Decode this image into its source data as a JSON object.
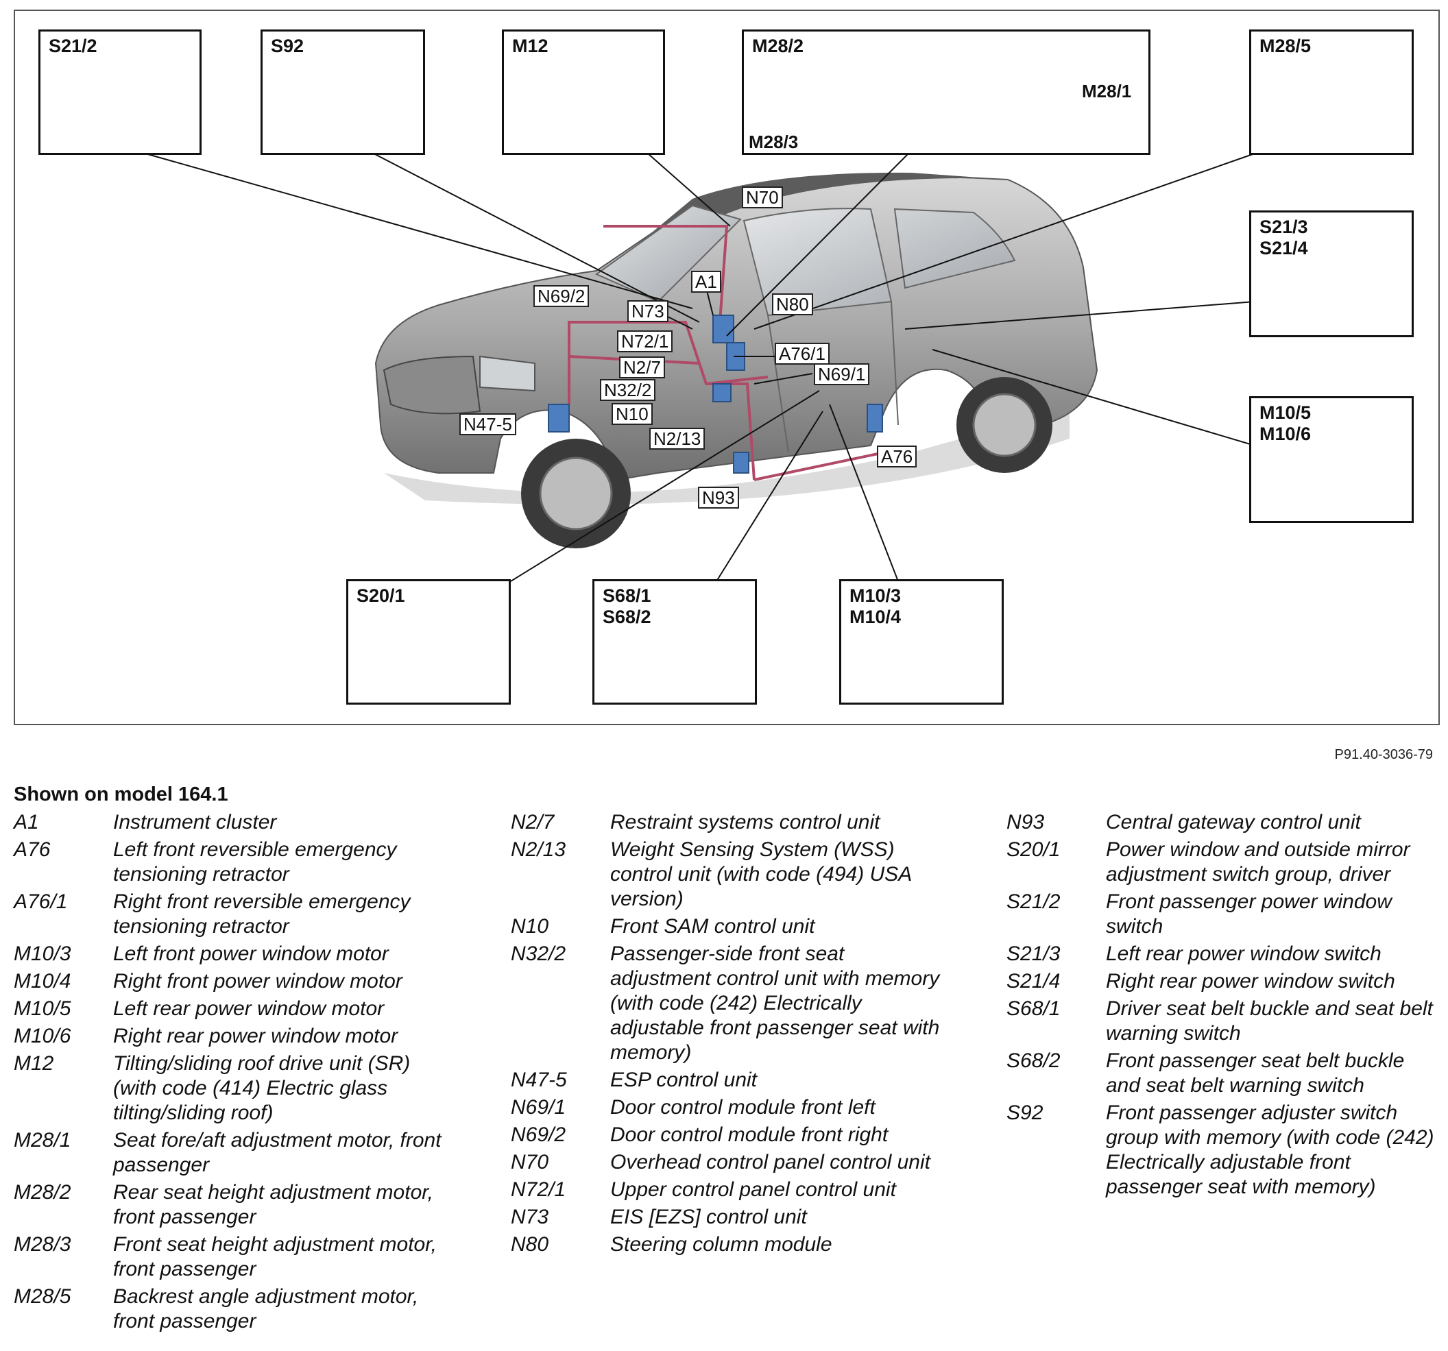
{
  "diagram": {
    "figure_code": "P91.40-3036-79",
    "callout_boxes": [
      {
        "id": "s21-2",
        "label": "S21/2"
      },
      {
        "id": "s92",
        "label": "S92"
      },
      {
        "id": "m12",
        "label": "M12"
      },
      {
        "id": "m28",
        "label": "M28/2"
      },
      {
        "id": "m28-5",
        "label": "M28/5"
      },
      {
        "id": "s21-3-4",
        "label": "S21/3\nS21/4"
      },
      {
        "id": "m10-5-6",
        "label": "M10/5\nM10/6"
      },
      {
        "id": "s20-1",
        "label": "S20/1"
      },
      {
        "id": "s68",
        "label": "S68/1\nS68/2"
      },
      {
        "id": "m10-3-4",
        "label": "M10/3\nM10/4"
      }
    ],
    "inset_labels": {
      "m28_1": "M28/1",
      "m28_3": "M28/3"
    },
    "component_tags": [
      "N70",
      "A1",
      "N69/2",
      "N73",
      "N80",
      "N72/1",
      "A76/1",
      "N2/7",
      "N69/1",
      "N32/2",
      "N10",
      "N47-5",
      "N2/13",
      "A76",
      "N93"
    ]
  },
  "legend": {
    "title": "Shown on model 164.1",
    "columns": [
      [
        {
          "code": "A1",
          "desc": "Instrument cluster"
        },
        {
          "code": "A76",
          "desc": "Left front reversible emergency tensioning retractor"
        },
        {
          "code": "A76/1",
          "desc": "Right front reversible emergency tensioning retractor"
        },
        {
          "code": "M10/3",
          "desc": "Left front power window motor"
        },
        {
          "code": "M10/4",
          "desc": "Right front power window motor"
        },
        {
          "code": "M10/5",
          "desc": "Left rear power window motor"
        },
        {
          "code": "M10/6",
          "desc": "Right rear power window motor"
        },
        {
          "code": "M12",
          "desc": "Tilting/sliding roof drive unit (SR) (with code (414) Electric glass tilting/sliding roof)"
        },
        {
          "code": "M28/1",
          "desc": "Seat fore/aft adjustment motor, front passenger"
        },
        {
          "code": "M28/2",
          "desc": "Rear seat height adjustment motor, front passenger"
        },
        {
          "code": "M28/3",
          "desc": "Front seat height adjustment motor, front passenger"
        },
        {
          "code": "M28/5",
          "desc": "Backrest angle adjustment motor, front passenger"
        }
      ],
      [
        {
          "code": "N2/7",
          "desc": "Restraint systems control unit"
        },
        {
          "code": "N2/13",
          "desc": "Weight Sensing System (WSS) control unit (with code (494) USA version)"
        },
        {
          "code": "N10",
          "desc": "Front SAM control unit"
        },
        {
          "code": "N32/2",
          "desc": "Passenger-side front seat adjustment control unit with memory (with code (242) Electrically adjustable front passenger seat with memory)"
        },
        {
          "code": "N47-5",
          "desc": "ESP control unit"
        },
        {
          "code": "N69/1",
          "desc": "Door control module front left"
        },
        {
          "code": "N69/2",
          "desc": "Door control module front right"
        },
        {
          "code": "N70",
          "desc": "Overhead control panel control unit"
        },
        {
          "code": "N72/1",
          "desc": "Upper control panel control unit"
        },
        {
          "code": "N73",
          "desc": "EIS [EZS] control unit"
        },
        {
          "code": "N80",
          "desc": "Steering column module"
        }
      ],
      [
        {
          "code": "N93",
          "desc": "Central gateway control unit"
        },
        {
          "code": "S20/1",
          "desc": "Power window and outside mirror adjustment switch group, driver"
        },
        {
          "code": "S21/2",
          "desc": "Front passenger power window switch"
        },
        {
          "code": "S21/3",
          "desc": "Left rear power window switch"
        },
        {
          "code": "S21/4",
          "desc": "Right rear power window switch"
        },
        {
          "code": "S68/1",
          "desc": "Driver seat belt buckle and seat belt warning switch"
        },
        {
          "code": "S68/2",
          "desc": "Front passenger seat belt buckle and seat belt warning switch"
        },
        {
          "code": "S92",
          "desc": "Front passenger adjuster switch group with memory (with code (242) Electrically adjustable front passenger seat with memory)"
        }
      ]
    ]
  }
}
